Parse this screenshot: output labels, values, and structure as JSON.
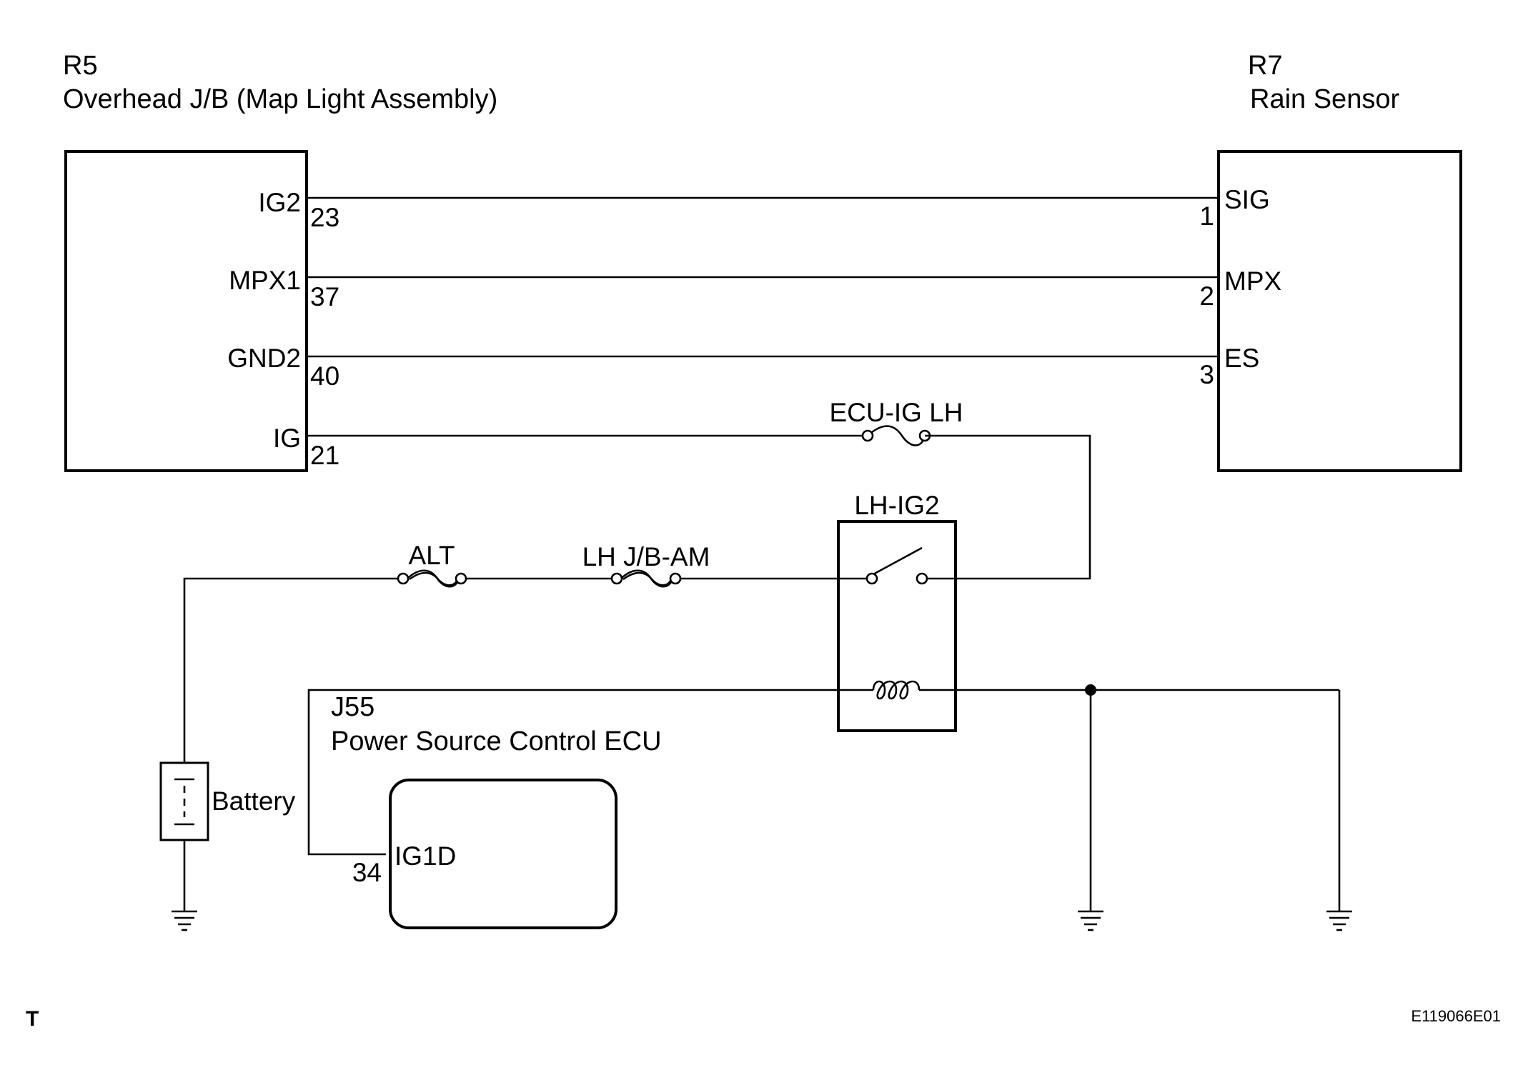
{
  "r5": {
    "code": "R5",
    "name": "Overhead J/B (Map Light Assembly)",
    "pins": [
      {
        "name": "IG2",
        "num": "23"
      },
      {
        "name": "MPX1",
        "num": "37"
      },
      {
        "name": "GND2",
        "num": "40"
      },
      {
        "name": "IG",
        "num": "21"
      }
    ]
  },
  "r7": {
    "code": "R7",
    "name": "Rain Sensor",
    "pins": [
      {
        "name": "SIG",
        "num": "1"
      },
      {
        "name": "MPX",
        "num": "2"
      },
      {
        "name": "ES",
        "num": "3"
      }
    ]
  },
  "j55": {
    "code": "J55",
    "name": "Power Source Control ECU",
    "pin_name": "IG1D",
    "pin_num": "34"
  },
  "fuses": {
    "ecu_ig_lh": "ECU-IG LH",
    "alt": "ALT",
    "lh_jb_am": "LH J/B-AM"
  },
  "relay": {
    "name": "LH-IG2"
  },
  "battery": {
    "label": "Battery"
  },
  "footer": {
    "left": "T",
    "right": "E119066E01"
  }
}
